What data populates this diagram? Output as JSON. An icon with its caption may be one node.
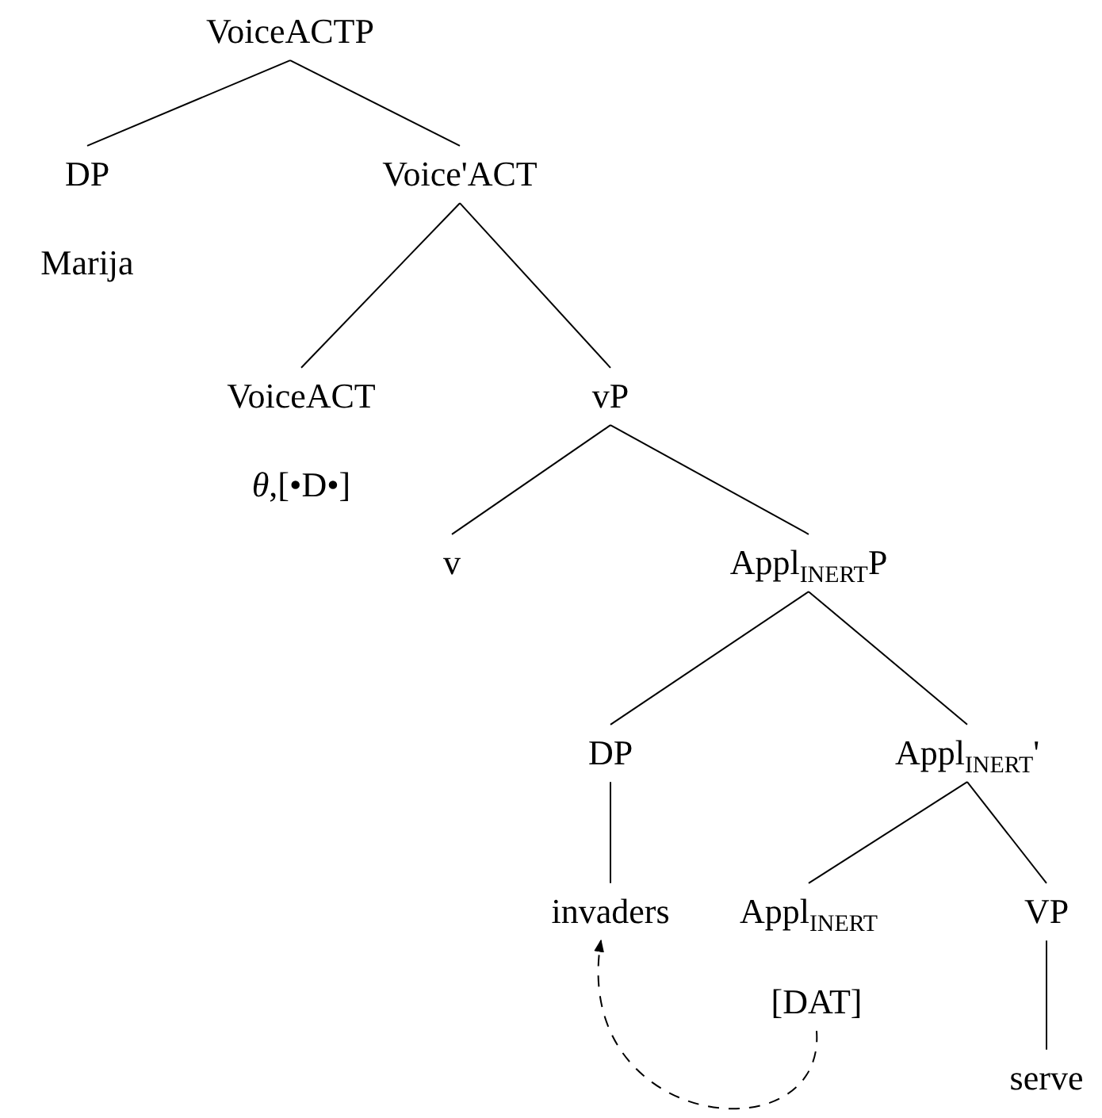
{
  "diagram": {
    "nodes": [
      {
        "text": [
          "VoiceACTP"
        ]
      },
      {
        "text": [
          "DP"
        ],
        "beside": [
          "Marija"
        ]
      },
      {
        "text": [
          "Voice'ACT"
        ]
      },
      {
        "text": [
          "VoiceACT"
        ],
        "beside": [
          "*θ*,[•D•]"
        ]
      },
      {
        "text": [
          "vP"
        ]
      },
      {
        "text": [
          "v"
        ]
      },
      {
        "text": [
          "Appl$_{INERT}$P"
        ]
      },
      {
        "text": [
          "DP"
        ]
      },
      {
        "text": [
          "Appl$_{INERT}$'"
        ]
      },
      {
        "text": [
          "invaders"
        ]
      },
      {
        "text": [
          "Appl$_{INERT}$"
        ]
      },
      {
        "text": [
          "VP"
        ]
      },
      {
        "text": [
          "[DAT]"
        ]
      },
      {
        "text": [
          "serve"
        ]
      }
    ],
    "edges": [
      {
        "from": 0,
        "to": 1,
        "arrow": "none"
      },
      {
        "from": 0,
        "to": 2,
        "arrow": "none"
      },
      {
        "from": 2,
        "to": 3,
        "arrow": "none"
      },
      {
        "from": 2,
        "to": 4,
        "arrow": "none"
      },
      {
        "from": 4,
        "to": 5,
        "arrow": "none"
      },
      {
        "from": 4,
        "to": 6,
        "arrow": "none"
      },
      {
        "from": 6,
        "to": 7,
        "arrow": "none"
      },
      {
        "from": 6,
        "to": 8,
        "arrow": "none"
      },
      {
        "from": 7,
        "to": 9,
        "arrow": "none"
      },
      {
        "from": 8,
        "to": 10,
        "arrow": "none"
      },
      {
        "from": 8,
        "to": 11,
        "arrow": "none"
      },
      {
        "from": 11,
        "to": 13,
        "arrow": "none"
      },
      {
        "from": 12,
        "to": 9,
        "arrow": "to",
        "style": "dashed"
      }
    ]
  }
}
